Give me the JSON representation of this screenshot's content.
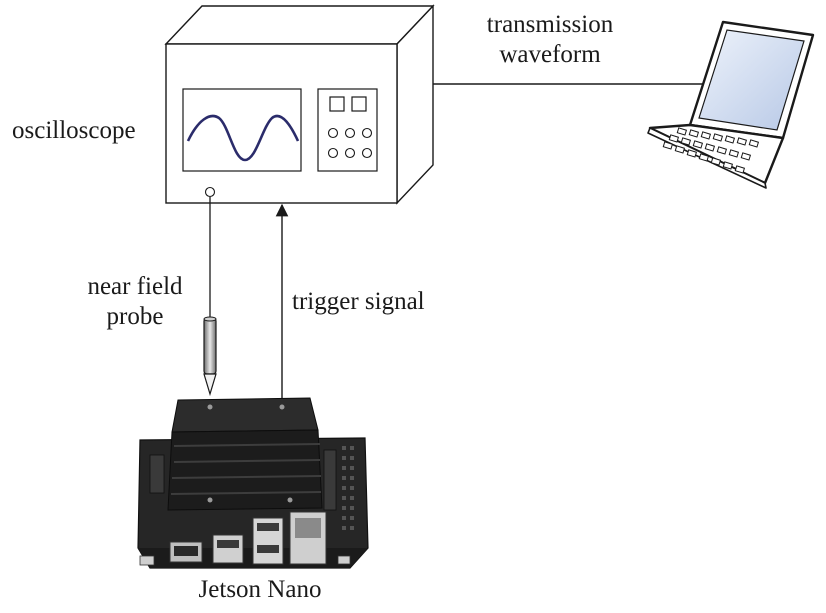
{
  "labels": {
    "oscilloscope": "oscilloscope",
    "transmission_line1": "transmission",
    "transmission_line2": "waveform",
    "probe_line1": "near field",
    "probe_line2": "probe",
    "trigger": "trigger signal",
    "board": "Jetson Nano"
  },
  "icons": {
    "oscilloscope": "oscilloscope-icon",
    "laptop": "laptop-icon",
    "probe": "near-field-probe-icon",
    "board": "jetson-nano-board-icon"
  },
  "colors": {
    "line": "#1a1a1a",
    "waveform": "#2b2c6b",
    "laptop_screen": "#c9d7ee",
    "heatsink": "#1c1c1c",
    "board": "#2a2a2a"
  }
}
